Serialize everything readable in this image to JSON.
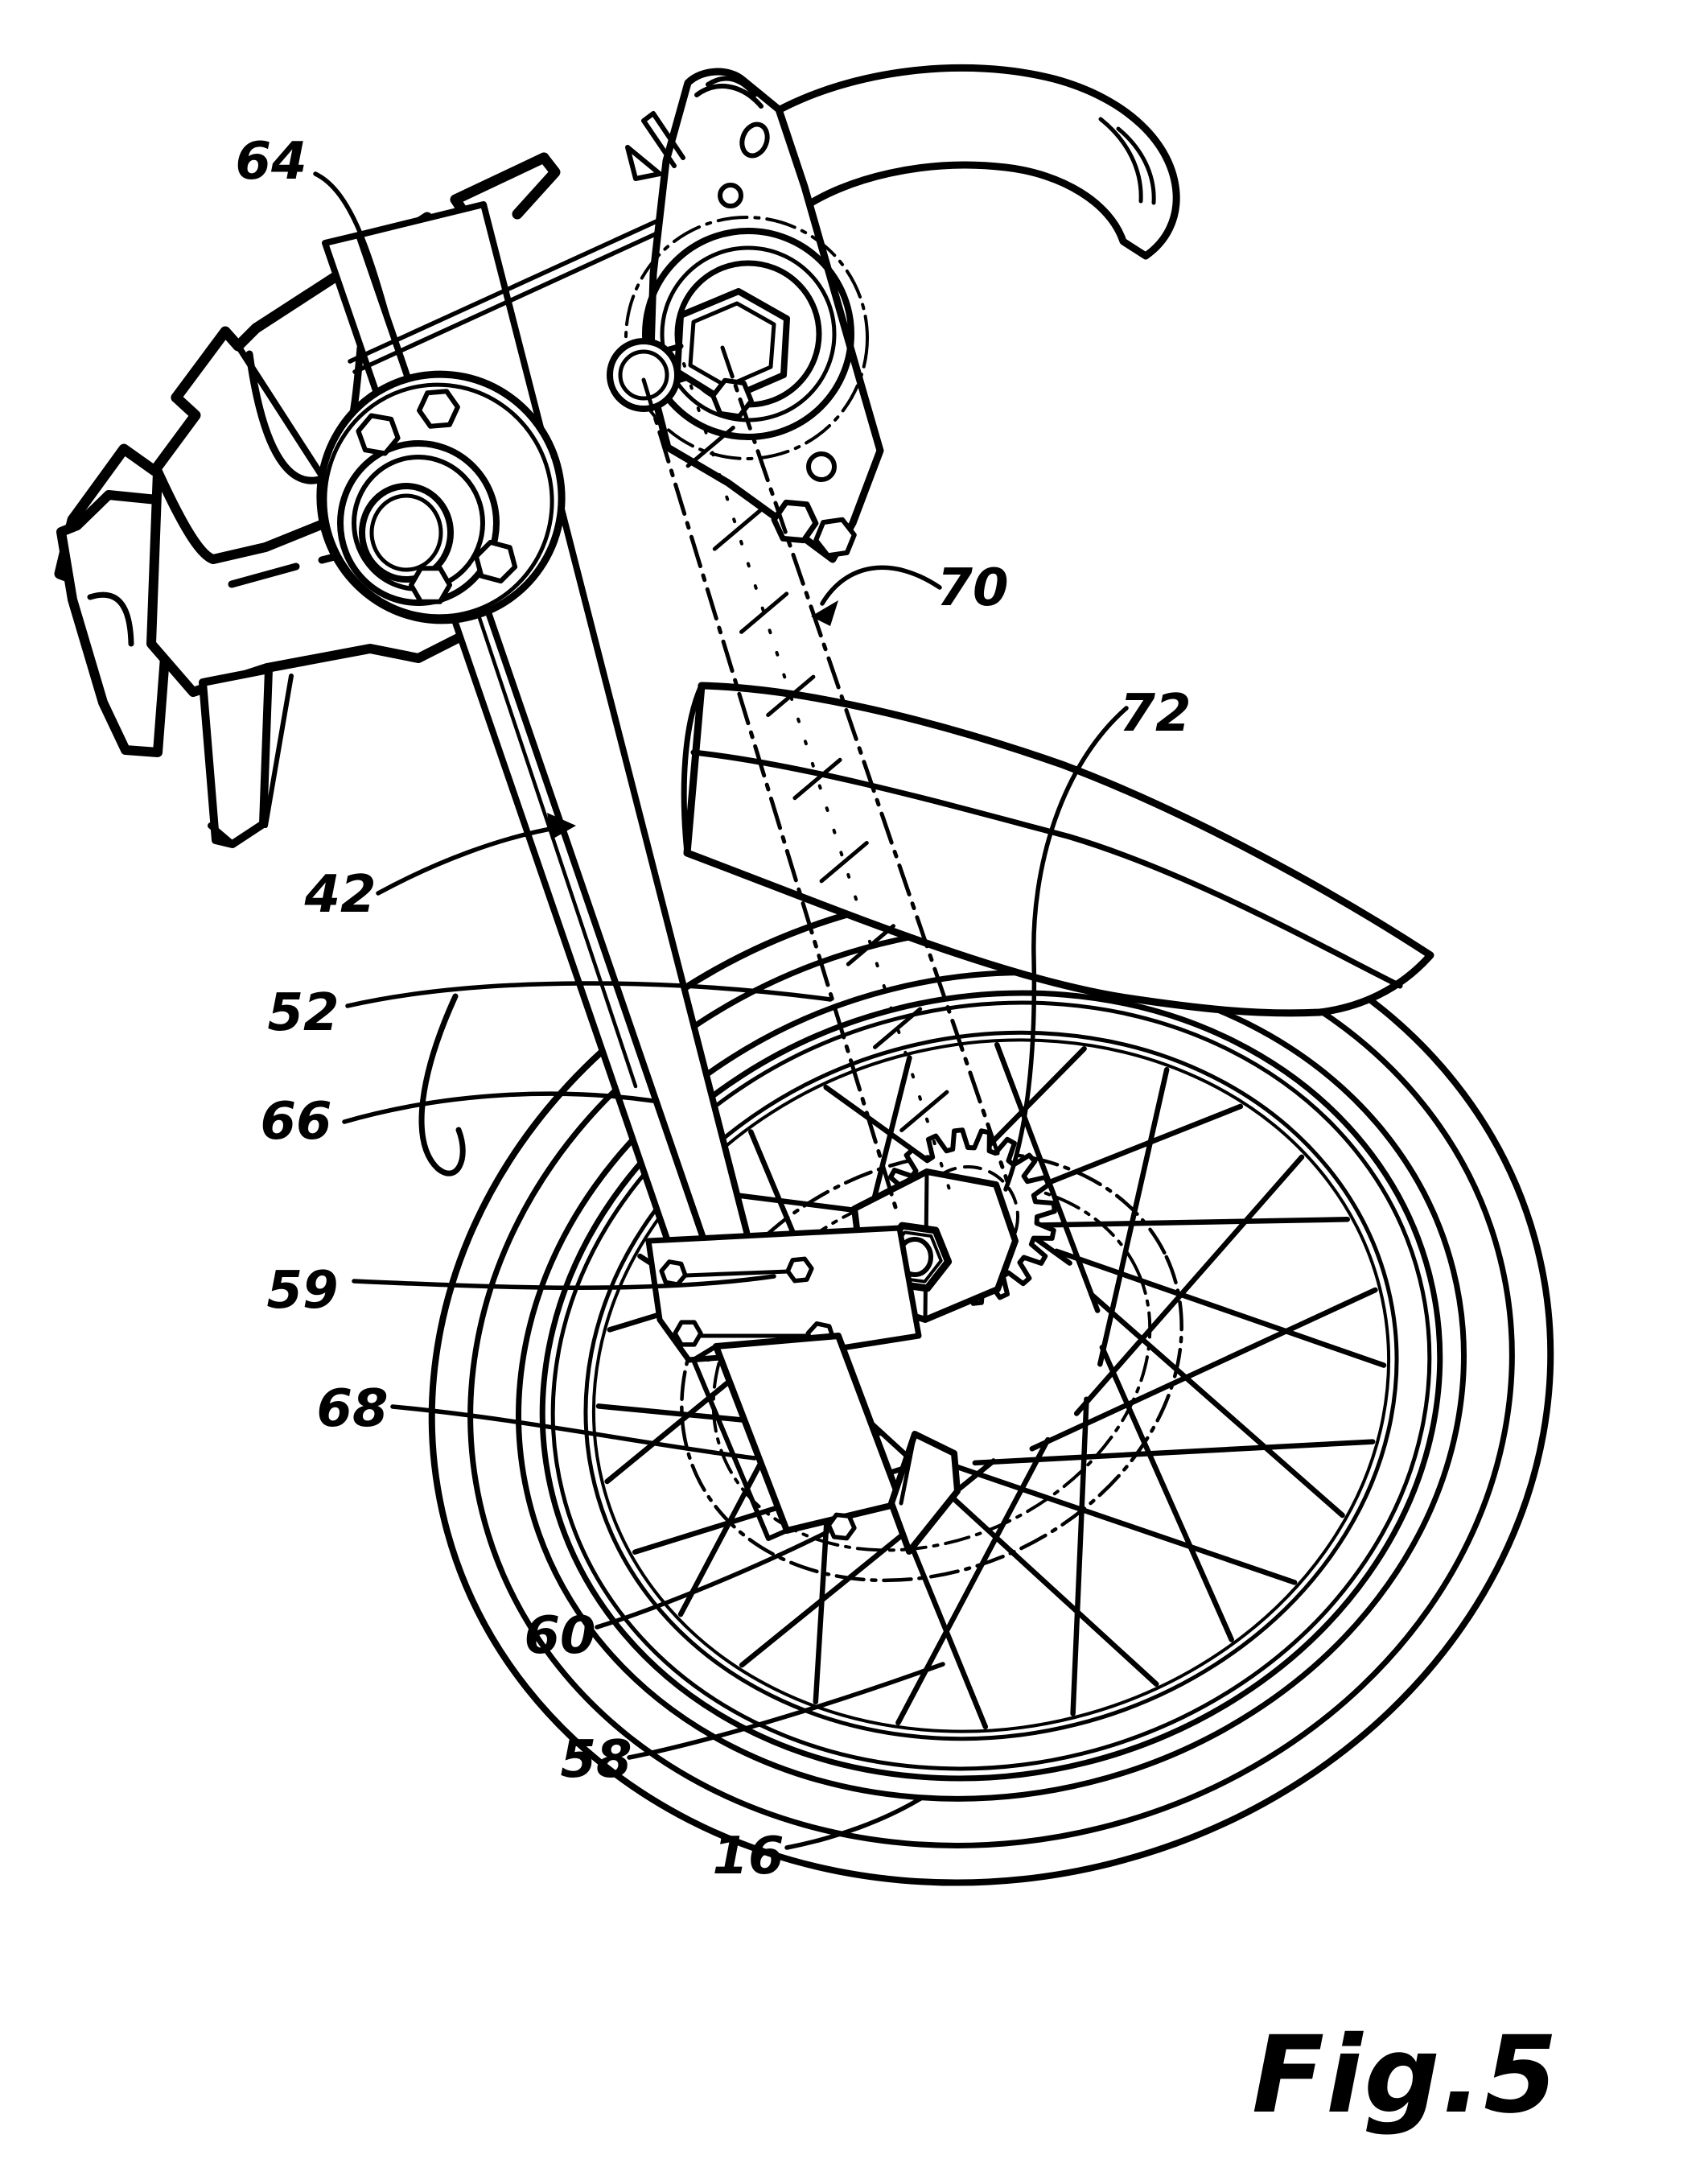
{
  "figure": {
    "caption": "Fig.5",
    "kind": "patent line drawing",
    "subject": "front wheel, fork arm and drive assembly",
    "ink_color": "#000000",
    "paper_color": "#ffffff"
  },
  "labels": [
    "64",
    "70",
    "72",
    "42",
    "52",
    "66",
    "59",
    "68",
    "60",
    "58",
    "16"
  ]
}
